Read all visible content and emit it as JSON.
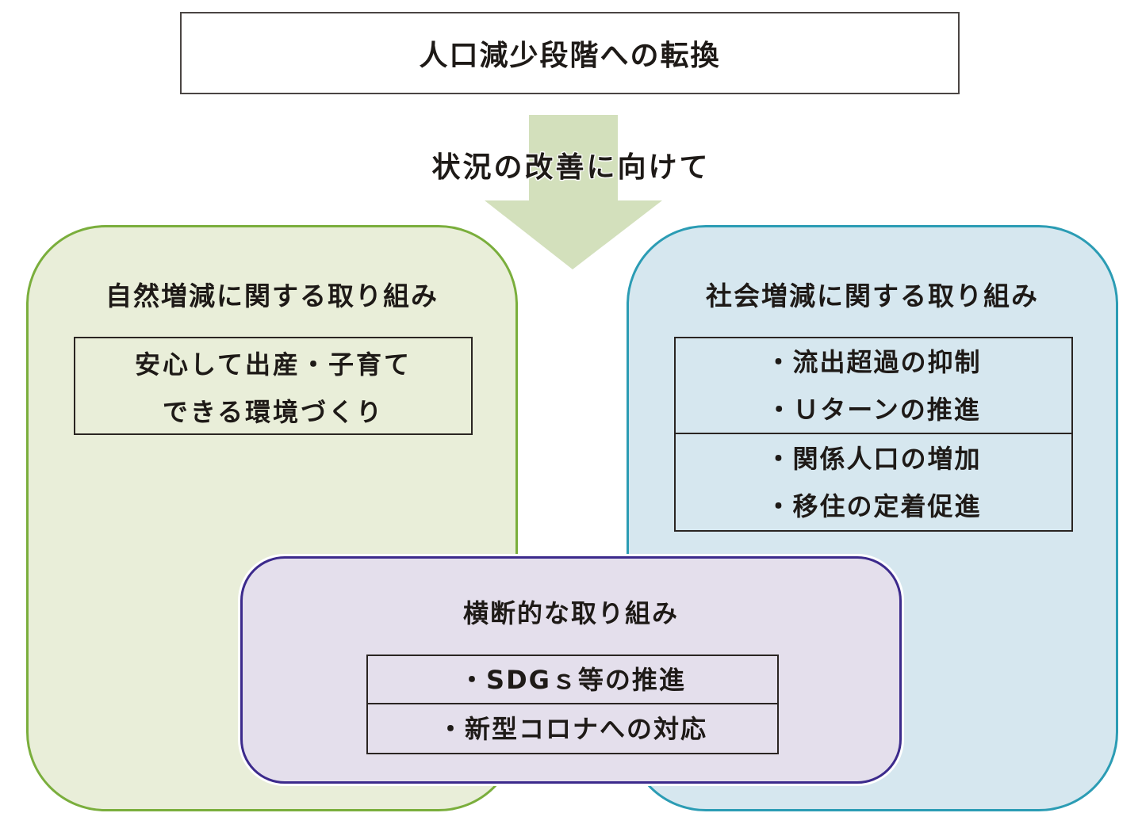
{
  "header": {
    "title": "人口減少段階への転換"
  },
  "flow": {
    "arrow_label": "状況の改善に向けて",
    "arrow_color": "#d3e0bc"
  },
  "panels": {
    "natural": {
      "title": "自然増減に関する取り組み",
      "fill": "#e9eed9",
      "border": "#7aae3c",
      "box_lines": [
        "安心して出産・子育て",
        "できる環境づくり"
      ]
    },
    "social": {
      "title": "社会増減に関する取り組み",
      "fill": "#d6e7ef",
      "border": "#2b9cb4",
      "sections": [
        {
          "items": [
            "・流出超過の抑制",
            "・Ｕターンの推進"
          ]
        },
        {
          "items": [
            "・関係人口の増加",
            "・移住の定着促進"
          ]
        }
      ]
    },
    "cross": {
      "title": "横断的な取り組み",
      "fill": "#e4dfec",
      "border": "#3c2a8c",
      "sections": [
        {
          "items": [
            "・SDGｓ等の推進"
          ]
        },
        {
          "items": [
            "・新型コロナへの対応"
          ]
        }
      ]
    }
  }
}
